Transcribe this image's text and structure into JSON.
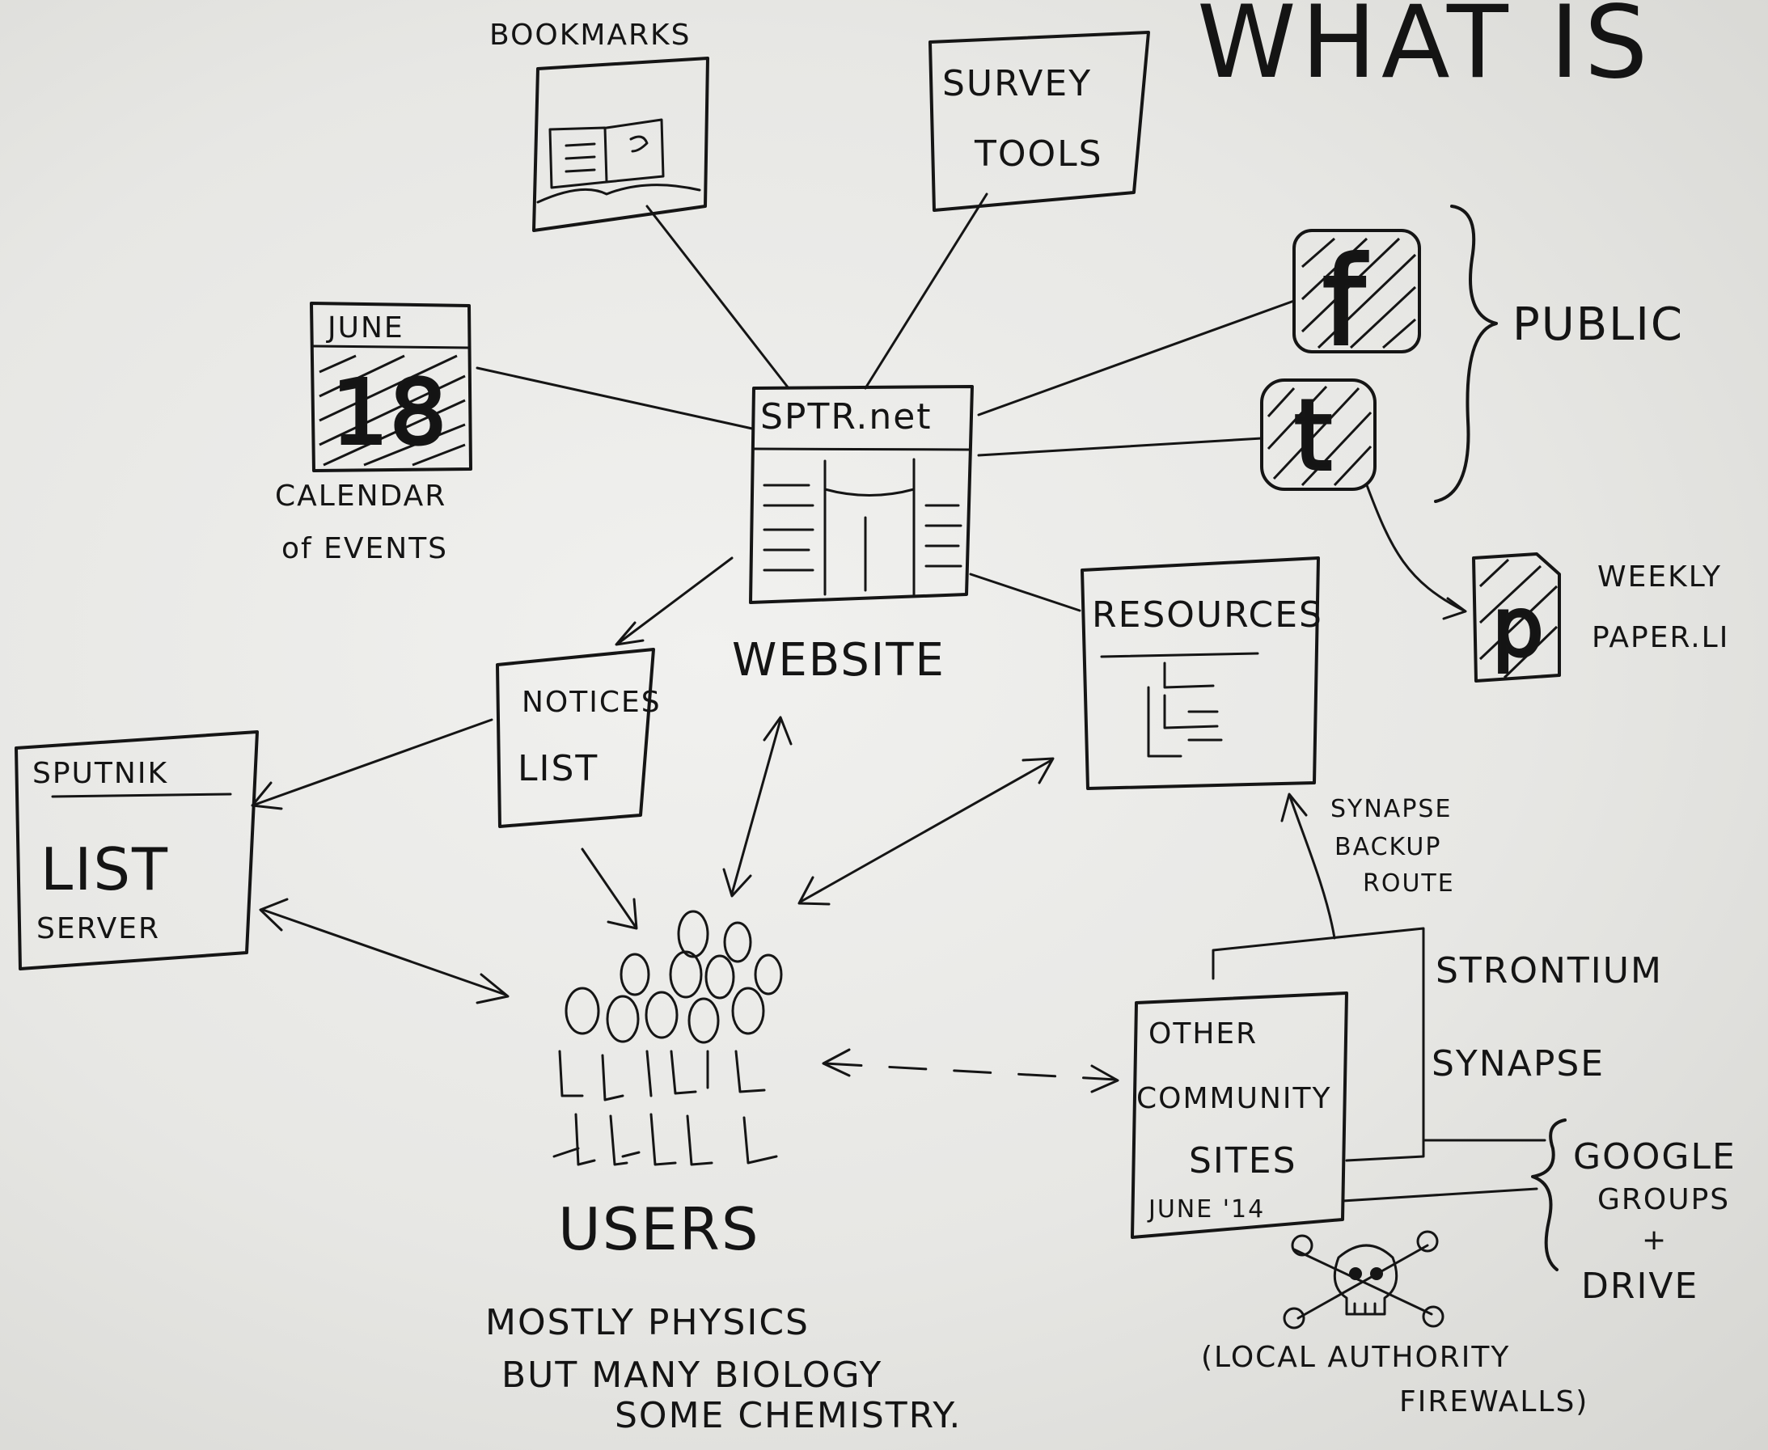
{
  "title": "WHAT IS",
  "nodes": {
    "bookmarks": "BOOKMARKS",
    "survey_tools": [
      "SURVEY",
      "TOOLS"
    ],
    "calendar": {
      "month": "JUNE",
      "day": "18",
      "caption": [
        "CALENDAR",
        "of EVENTS"
      ]
    },
    "website": {
      "header": "SPTR.net",
      "caption": "WEBSITE"
    },
    "public": "PUBLIC",
    "weekly_paper": [
      "WEEKLY",
      "PAPER.LI"
    ],
    "resources": "RESOURCES",
    "notices": [
      "NOTICES",
      "LIST"
    ],
    "sputnik": {
      "header": "SPUTNIK",
      "line1": "LIST",
      "line2": "SERVER"
    },
    "users": {
      "caption": "USERS",
      "note": [
        "MOSTLY PHYSICS",
        "BUT MANY BIOLOGY",
        "SOME CHEMISTRY."
      ]
    },
    "synapse_route": [
      "SYNAPSE",
      "BACKUP",
      "ROUTE"
    ],
    "strontium": "STRONTIUM",
    "synapse": "SYNAPSE",
    "other_sites": [
      "OTHER",
      "COMMUNITY",
      "SITES",
      "JUNE '14"
    ],
    "google": [
      "GOOGLE",
      "GROUPS",
      "+",
      "DRIVE"
    ],
    "firewalls": [
      "(LOCAL AUTHORITY",
      "FIREWALLS)"
    ]
  },
  "icons": {
    "facebook_letter": "f",
    "twitter_letter": "t",
    "paperli_letter": "p"
  },
  "colors": {
    "ink": "#151515",
    "paper": "#ebebe8"
  }
}
